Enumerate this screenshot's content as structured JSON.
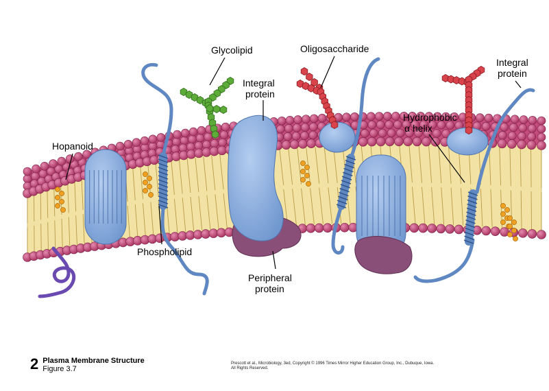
{
  "labels": {
    "glycolipid": "Glycolipid",
    "oligosaccharide": "Oligosaccharide",
    "integral_protein_center": [
      "Integral",
      "protein"
    ],
    "integral_protein_right": [
      "Integral",
      "protein"
    ],
    "hopanoid": "Hopanoid",
    "hydrophobic_helix": [
      "Hydrophobic",
      "α helix"
    ],
    "phospholipid": "Phospholipid",
    "peripheral_protein": [
      "Peripheral",
      "protein"
    ]
  },
  "figure": {
    "number": "2",
    "title": "Plasma Membrane Structure",
    "subtitle": "Figure 3.7"
  },
  "credit": "Prescott et al., Microbiology, 3ed, Copyright © 1996 Times Mirror Higher Education Group, Inc., Dubuque, Iowa. All Rights Reserved.",
  "colors": {
    "head": "#b83d6e",
    "tail_band": "#f2e3a4",
    "protein_blue": "#8fb1e0",
    "peripheral": "#8a4f78",
    "sugar_green": "#5dac3a",
    "sugar_red": "#d9434b",
    "hopanoid": "#f0a020",
    "strand": "#7aa6d8"
  }
}
